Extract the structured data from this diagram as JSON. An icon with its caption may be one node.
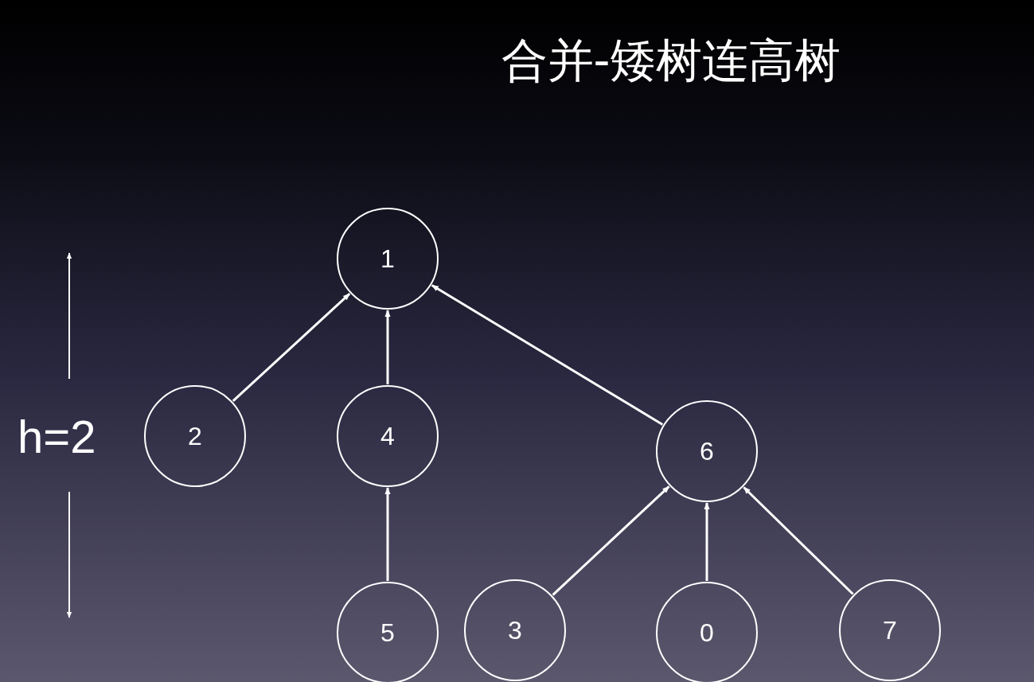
{
  "diagram": {
    "title": "合并-矮树连高树",
    "nodes": [
      {
        "text": [
          "1"
        ]
      },
      {
        "text": [
          "2"
        ]
      },
      {
        "text": [
          "4"
        ]
      },
      {
        "text": [
          "6"
        ]
      },
      {
        "text": [
          "5"
        ]
      },
      {
        "text": [
          "3"
        ]
      },
      {
        "text": [
          "0"
        ]
      },
      {
        "text": [
          "7"
        ]
      }
    ],
    "edges": [
      {
        "from": 1,
        "to": 0,
        "arrow": "to"
      },
      {
        "from": 2,
        "to": 0,
        "arrow": "to"
      },
      {
        "from": 3,
        "to": 0,
        "arrow": "to"
      },
      {
        "from": 4,
        "to": 2,
        "arrow": "to"
      },
      {
        "from": 5,
        "to": 3,
        "arrow": "to"
      },
      {
        "from": 6,
        "to": 3,
        "arrow": "to"
      },
      {
        "from": 7,
        "to": 3,
        "arrow": "to"
      }
    ],
    "labels": [
      "h=2"
    ]
  }
}
